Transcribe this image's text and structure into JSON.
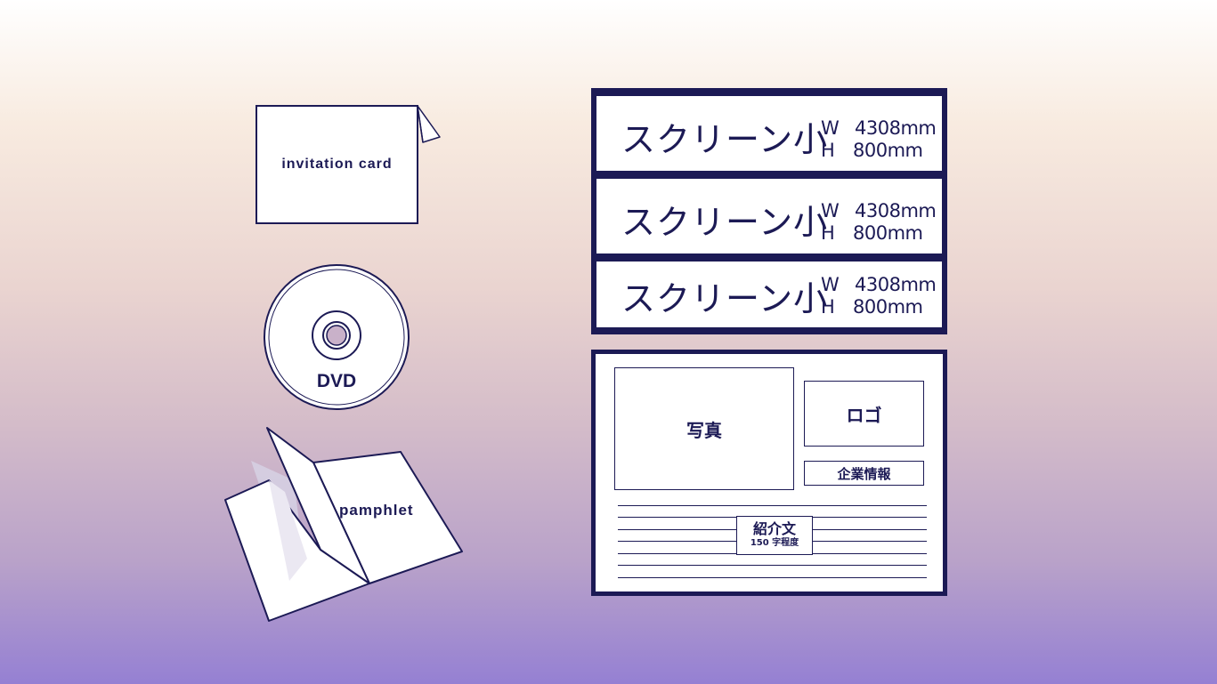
{
  "invitation_card": {
    "label": "invitation card"
  },
  "dvd": {
    "label": "DVD"
  },
  "pamphlet": {
    "label": "pamphlet"
  },
  "screens": [
    {
      "name": "スクリーン小",
      "w_label": "W",
      "h_label": "H",
      "width": "4308mm",
      "height": "800mm"
    },
    {
      "name": "スクリーン小",
      "w_label": "W",
      "h_label": "H",
      "width": "4308mm",
      "height": "800mm"
    },
    {
      "name": "スクリーン小",
      "w_label": "W",
      "h_label": "H",
      "width": "4308mm",
      "height": "800mm"
    }
  ],
  "layout_sheet": {
    "photo": "写真",
    "logo": "ロゴ",
    "company_info": "企業情報",
    "intro_title": "紹介文",
    "intro_note": "150 字程度"
  },
  "colors": {
    "ink": "#1c1a55",
    "paper": "#ffffff",
    "gradient_bottom": "#9580d3"
  }
}
